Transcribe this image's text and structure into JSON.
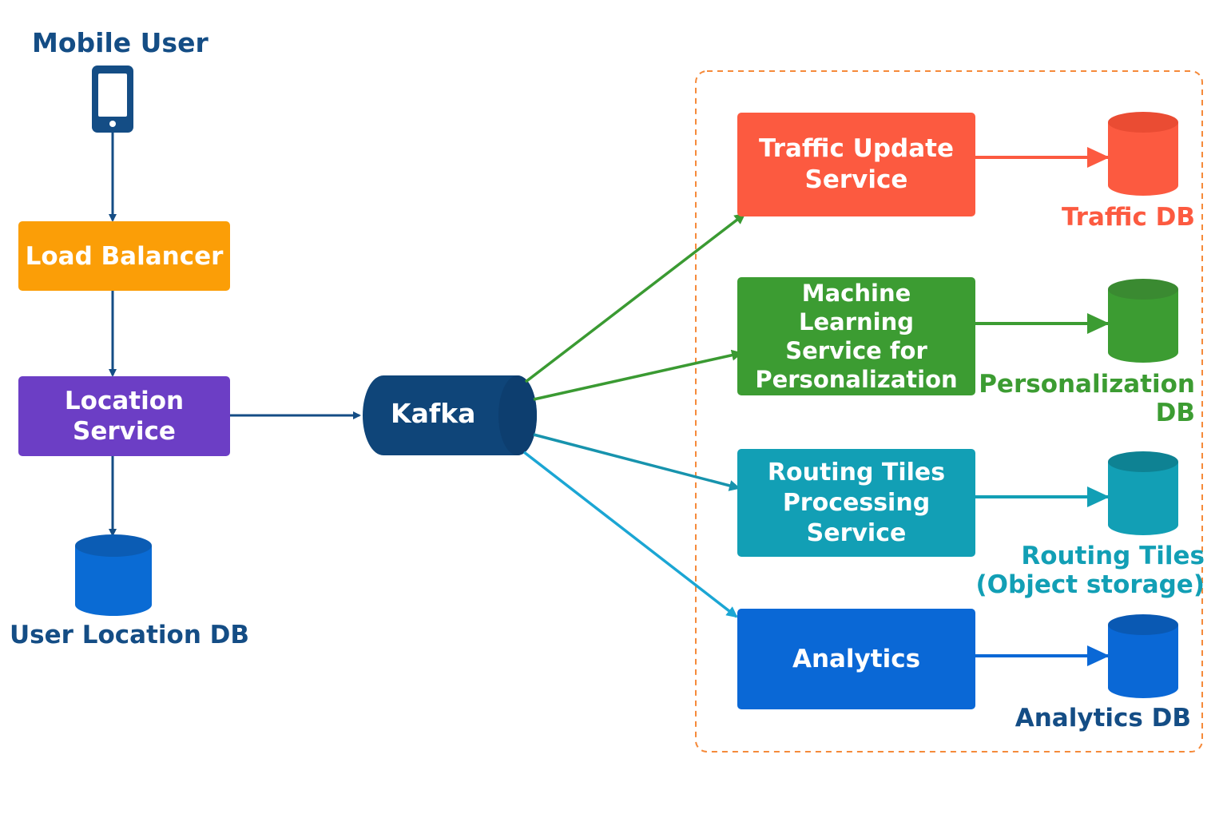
{
  "mobile_user": {
    "label": "Mobile User",
    "icon": "mobile-phone-icon"
  },
  "load_balancer": {
    "label": "Load Balancer"
  },
  "location_service": {
    "label": "Location\nService"
  },
  "user_location_db": {
    "label": "User Location DB"
  },
  "kafka": {
    "label": "Kafka"
  },
  "services": [
    {
      "label": "Traffic Update\nService",
      "db_label": "Traffic DB",
      "color": "#fc5a40",
      "db_top": "#ea4c33"
    },
    {
      "label": "Machine Learning\nService for\nPersonalization",
      "db_label": "Personalization\nDB",
      "color": "#3c9c32",
      "db_top": "#3a8a31"
    },
    {
      "label": "Routing Tiles\nProcessing\nService",
      "db_label": "Routing Tiles\n(Object storage)",
      "color": "#129fb5",
      "db_top": "#0e8293"
    },
    {
      "label": "Analytics",
      "db_label": "Analytics DB",
      "color": "#0a68d6",
      "db_top": "#0a59b3"
    }
  ],
  "colors": {
    "navy": "#144d85",
    "load_balancer": "#fb9e07",
    "location_service": "#6c3ec5",
    "kafka": "#0f4579",
    "kafka_end": "#0d3e6f",
    "user_db": "#0a6bd4",
    "user_db_top": "#0b5cb4",
    "dashed_group": "#f58a3a",
    "arrow_traffic": "#3a9a32",
    "arrow_ml": "#3a9a32",
    "arrow_routing": "#1793ad",
    "arrow_analytics": "#1ba6d4"
  }
}
